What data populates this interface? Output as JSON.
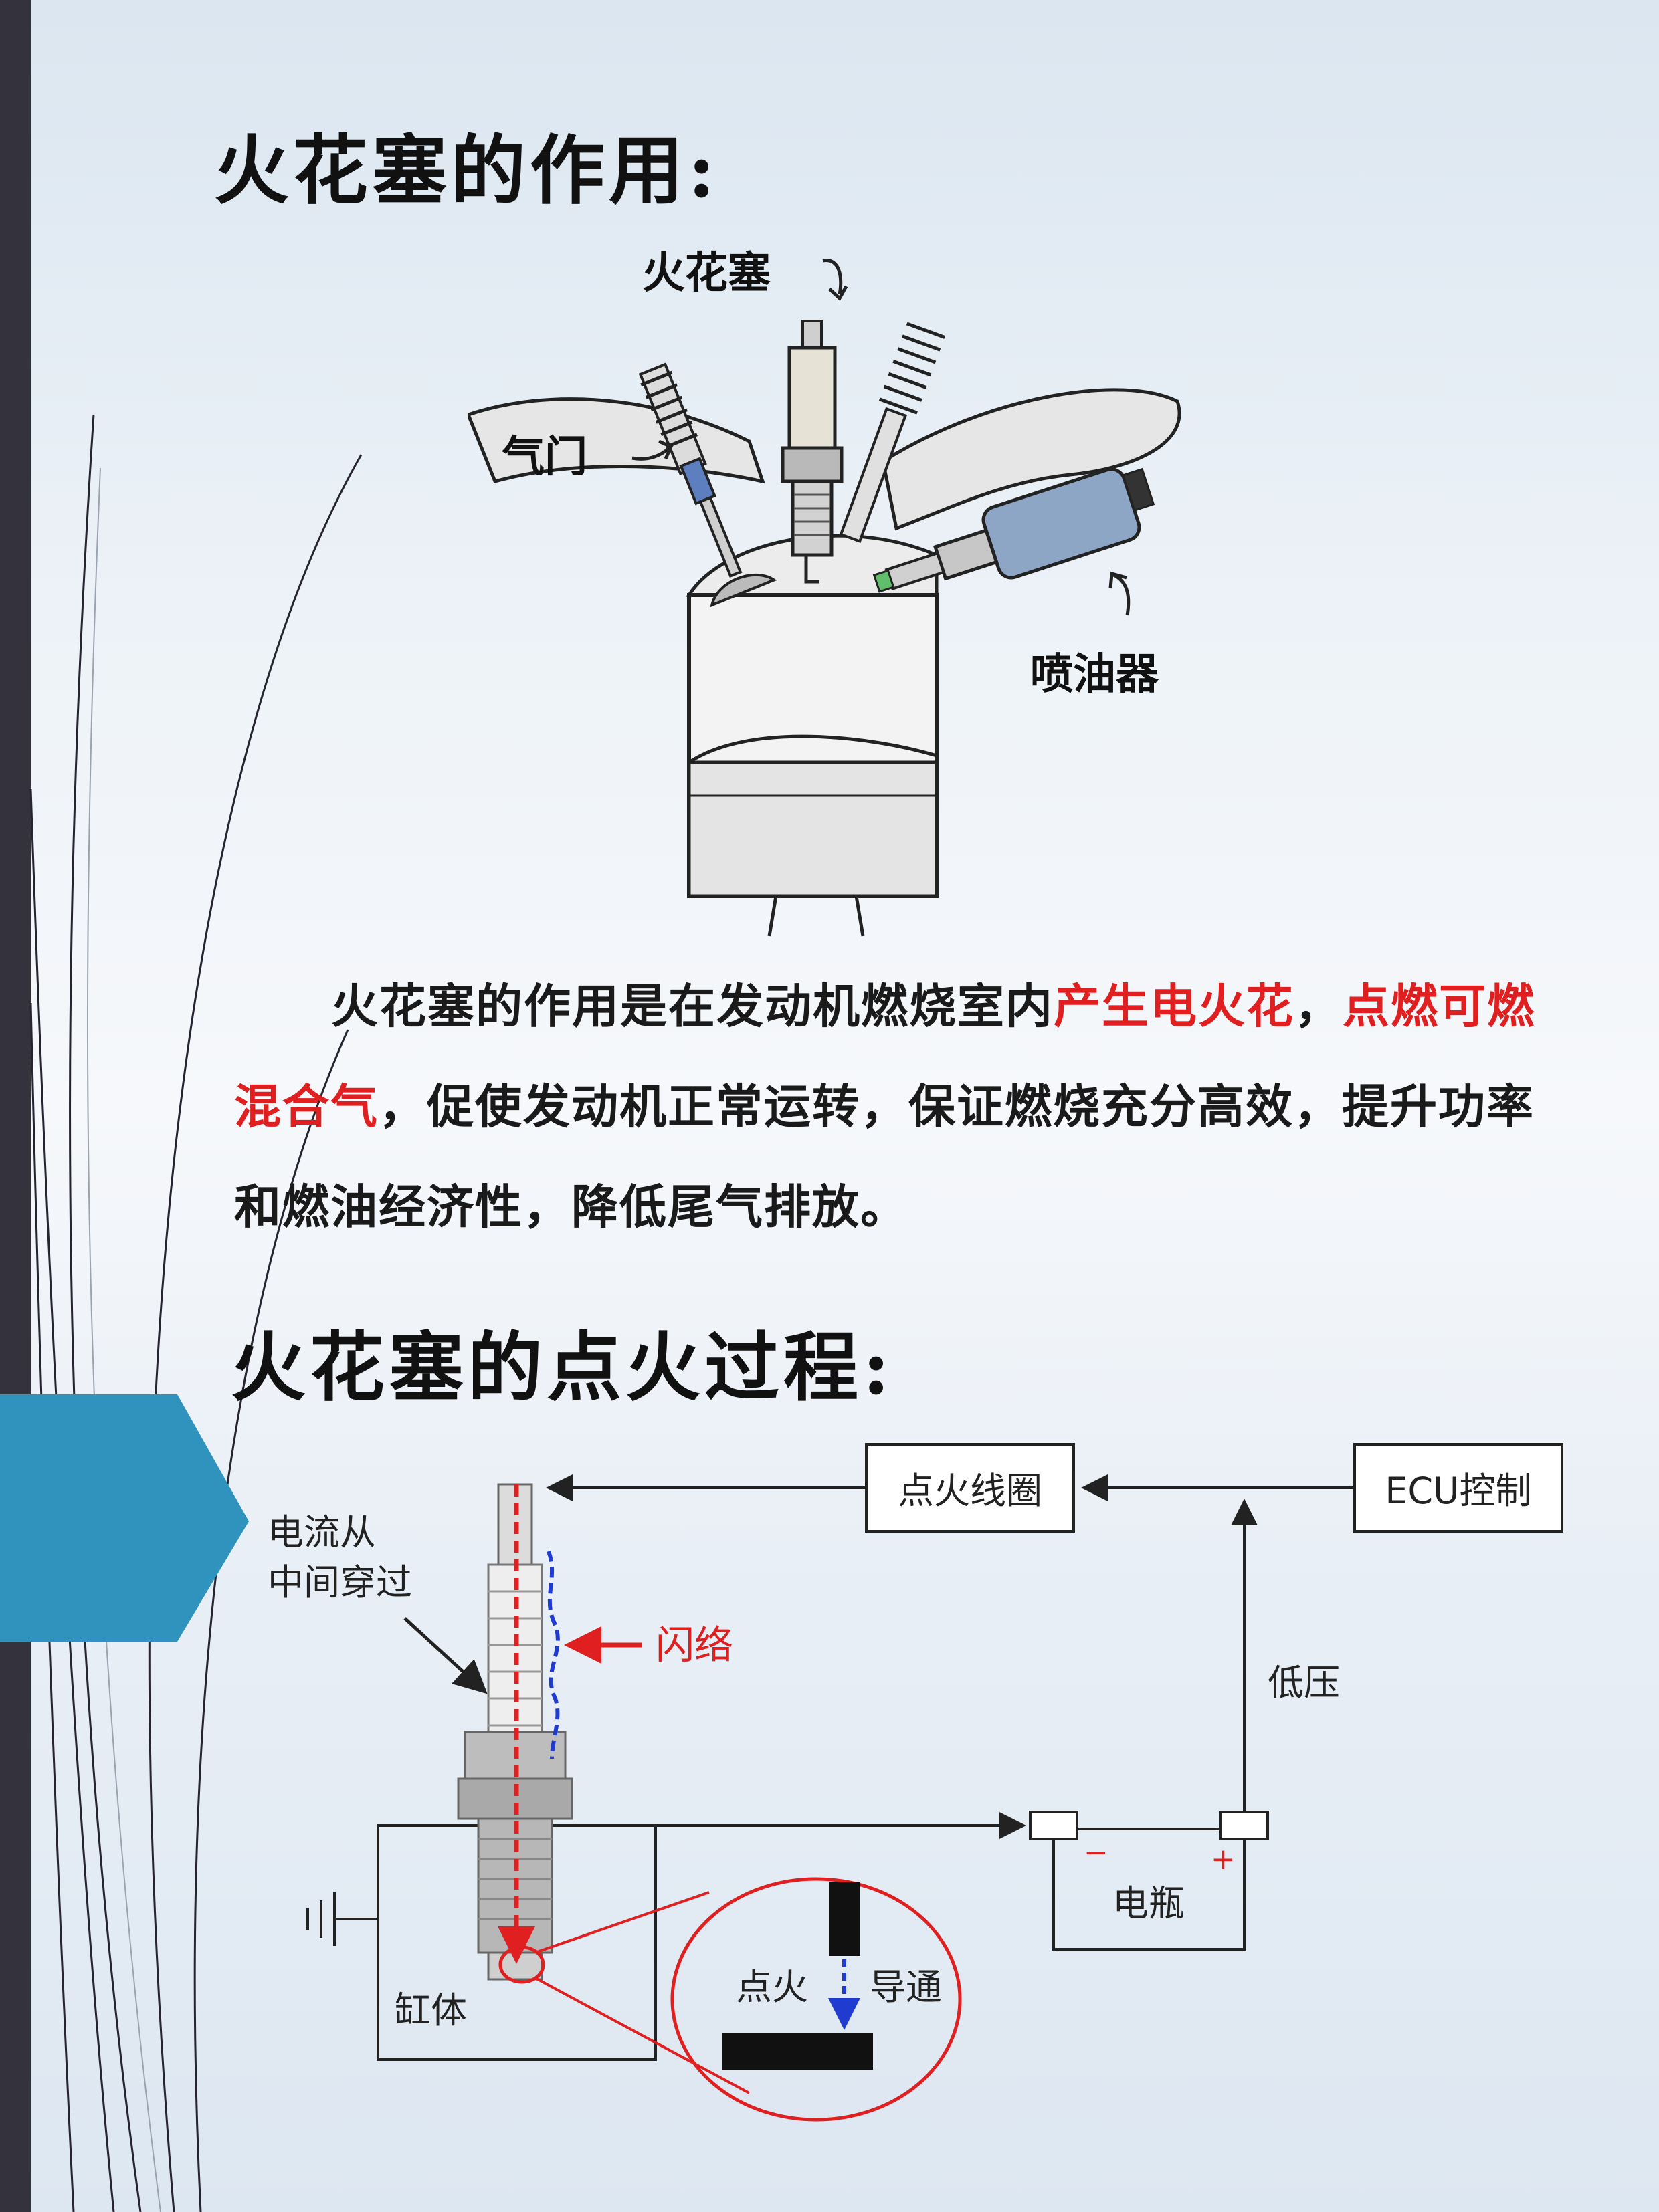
{
  "section1": {
    "title": "火花塞的作用:",
    "labels": {
      "spark_plug": "火花塞",
      "valve": "气门",
      "injector": "喷油器"
    },
    "paragraph": {
      "part1": "火花塞的作用是在发动机燃烧室内",
      "highlight1": "产生电火花",
      "comma": "，",
      "highlight2": "点燃可燃混合气",
      "part2": "，促使发动机正常运转，保证燃烧充分高效，提升功率和燃油经济性，降低尾气排放。"
    }
  },
  "section2": {
    "title": "火花塞的点火过程:",
    "diagram": {
      "current_label_line1": "电流从",
      "current_label_line2": "中间穿过",
      "flashover": "闪络",
      "ignition_coil": "点火线圈",
      "ecu": "ECU控制",
      "low_voltage": "低压",
      "battery": "电瓶",
      "minus": "−",
      "plus": "+",
      "cylinder": "缸体",
      "ignition": "点火",
      "conduct": "导通"
    }
  },
  "colors": {
    "accent_blue": "#2f93bd",
    "red": "#e02020",
    "dark_bar": "#34323d"
  }
}
